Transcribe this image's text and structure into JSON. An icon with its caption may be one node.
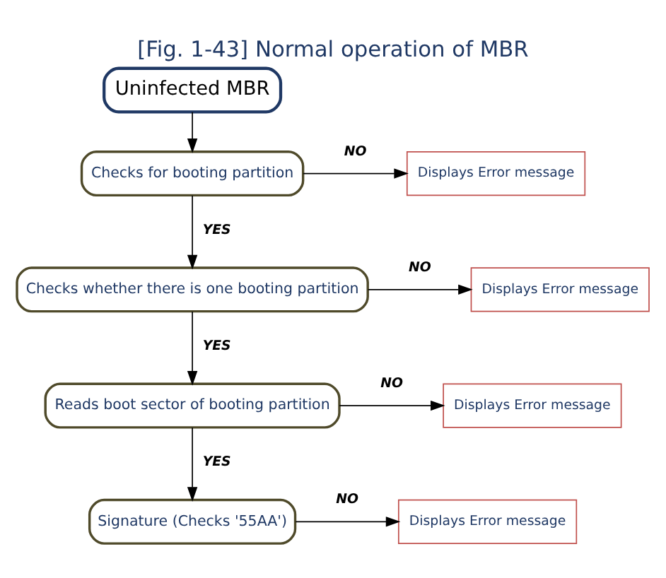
{
  "diagram": {
    "title": "[Fig. 1-43] Normal operation of MBR",
    "nodes": [
      {
        "text": [
          "Uninfected MBR"
        ]
      },
      {
        "text": [
          "Checks for booting partition"
        ]
      },
      {
        "text": [
          "Displays Error message"
        ]
      },
      {
        "text": [
          "Checks whether there is one booting partition"
        ]
      },
      {
        "text": [
          "Displays Error message"
        ]
      },
      {
        "text": [
          "Reads boot sector of booting partition"
        ]
      },
      {
        "text": [
          "Displays Error message"
        ]
      },
      {
        "text": [
          "Signature (Checks '55AA')"
        ]
      },
      {
        "text": [
          "Displays Error message"
        ]
      }
    ],
    "edges": [
      {
        "from": 0,
        "to": 1,
        "arrow": "to"
      },
      {
        "from": 1,
        "to": 2,
        "arrow": "to",
        "label": "NO"
      },
      {
        "from": 1,
        "to": 3,
        "arrow": "to",
        "label": "YES"
      },
      {
        "from": 3,
        "to": 4,
        "arrow": "to",
        "label": "NO"
      },
      {
        "from": 3,
        "to": 5,
        "arrow": "to",
        "label": "YES"
      },
      {
        "from": 5,
        "to": 6,
        "arrow": "to",
        "label": "NO"
      },
      {
        "from": 5,
        "to": 7,
        "arrow": "to",
        "label": "YES"
      },
      {
        "from": 7,
        "to": 8,
        "arrow": "to",
        "label": "NO"
      }
    ]
  }
}
